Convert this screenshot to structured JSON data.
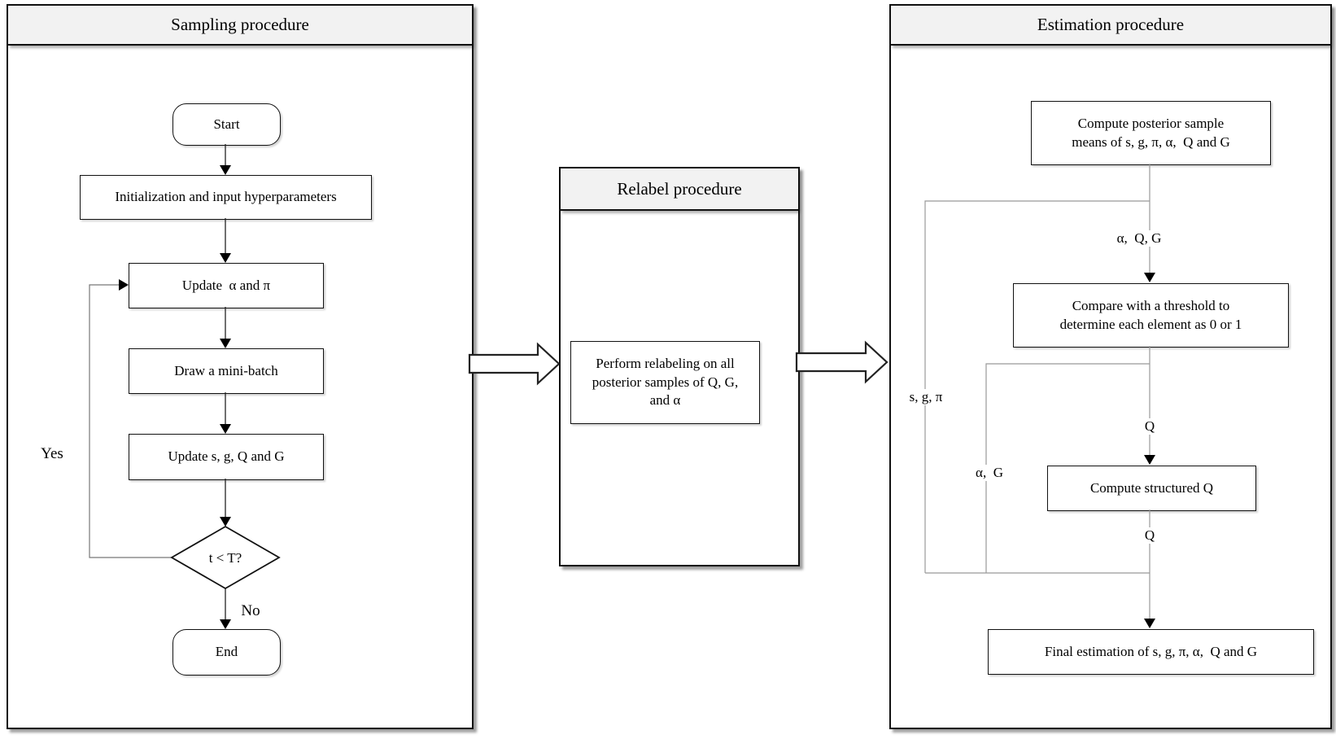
{
  "sampling": {
    "title": "Sampling procedure",
    "start": "Start",
    "init": "Initialization and input hyperparameters",
    "update_alpha_pi": "Update  α and π",
    "draw_minibatch": "Draw a mini-batch",
    "update_sgqg": "Update s, g, Q and G",
    "decision": "t < T?",
    "yes_label": "Yes",
    "no_label": "No",
    "end": "End"
  },
  "relabel": {
    "title": "Relabel procedure",
    "perform": "Perform relabeling on all\nposterior samples of Q, G,\nand α"
  },
  "estimation": {
    "title": "Estimation procedure",
    "compute_means": "Compute posterior sample\nmeans of s, g, π, α,  Q and G",
    "compare_threshold": "Compare with a threshold to\ndetermine each element as 0 or 1",
    "compute_structured": "Compute structured Q",
    "final_estimation": "Final estimation of s, g, π, α,  Q and G",
    "label_alpha_q_g": "α,  Q, G",
    "label_s_g_pi": "s, g, π",
    "label_alpha_g": "α,  G",
    "label_q_upper": "Q",
    "label_q_lower": "Q"
  },
  "colors": {
    "panel_border": "#111111",
    "title_bar_bg": "#f2f2f2",
    "connector_gray": "#999999",
    "arrowhead": "#000000"
  }
}
